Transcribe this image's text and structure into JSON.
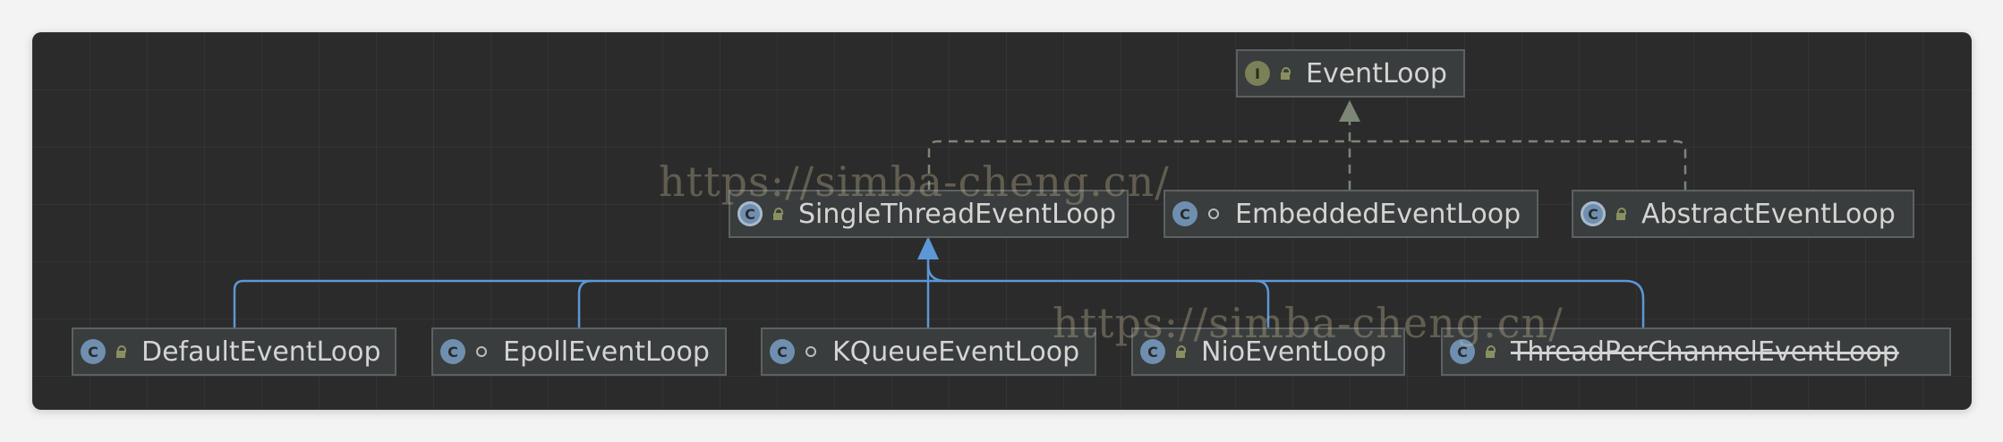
{
  "diagram": {
    "nodes": {
      "event_loop": {
        "label": "EventLoop",
        "kind": "interface",
        "kind_glyph": "I"
      },
      "single_thread": {
        "label": "SingleThreadEventLoop",
        "kind": "abstract",
        "kind_glyph": "C"
      },
      "embedded": {
        "label": "EmbeddedEventLoop",
        "kind": "class",
        "kind_glyph": "C"
      },
      "abstract": {
        "label": "AbstractEventLoop",
        "kind": "abstract",
        "kind_glyph": "C"
      },
      "default": {
        "label": "DefaultEventLoop",
        "kind": "class",
        "kind_glyph": "C"
      },
      "epoll": {
        "label": "EpollEventLoop",
        "kind": "class",
        "kind_glyph": "C"
      },
      "kqueue": {
        "label": "KQueueEventLoop",
        "kind": "class",
        "kind_glyph": "C"
      },
      "nio": {
        "label": "NioEventLoop",
        "kind": "class",
        "kind_glyph": "C"
      },
      "thread_per_channel": {
        "label": "ThreadPerChannelEventLoop",
        "kind": "class",
        "kind_glyph": "C",
        "deprecated": true
      }
    },
    "edges": [
      {
        "from": "single_thread",
        "to": "event_loop",
        "type": "implements"
      },
      {
        "from": "embedded",
        "to": "event_loop",
        "type": "implements"
      },
      {
        "from": "abstract",
        "to": "event_loop",
        "type": "implements"
      },
      {
        "from": "default",
        "to": "single_thread",
        "type": "extends"
      },
      {
        "from": "epoll",
        "to": "single_thread",
        "type": "extends"
      },
      {
        "from": "kqueue",
        "to": "single_thread",
        "type": "extends"
      },
      {
        "from": "nio",
        "to": "single_thread",
        "type": "extends"
      },
      {
        "from": "thread_per_channel",
        "to": "single_thread",
        "type": "extends"
      }
    ],
    "colors": {
      "implements": "#7c8777",
      "extends": "#5c97d6",
      "node_bg": "#3a3d3d",
      "node_border": "#5c6163",
      "text": "#d4d4d4"
    }
  },
  "watermarks": [
    "https://simba-cheng.cn/",
    "https://simba-cheng.cn/"
  ]
}
